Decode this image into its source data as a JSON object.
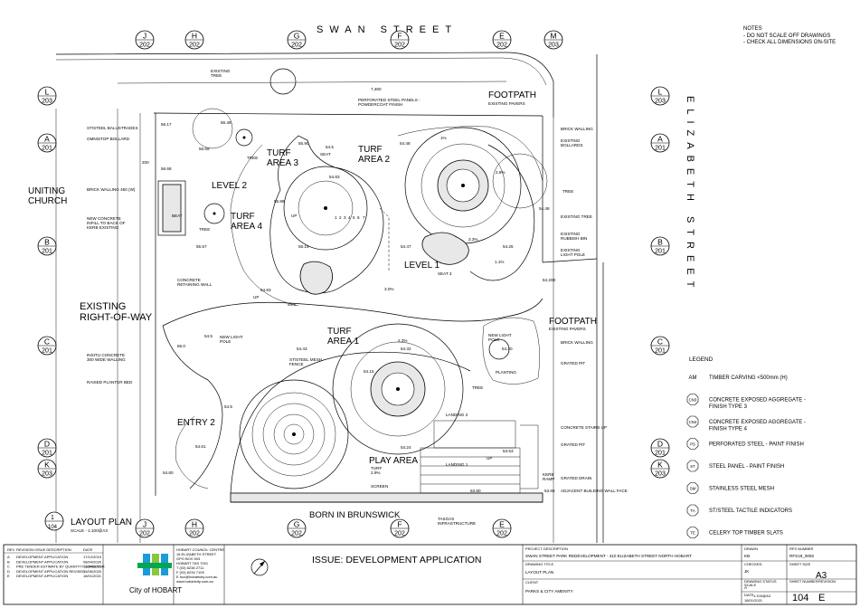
{
  "streets": {
    "top": "SWAN STREET",
    "bottom": "BORN IN BRUNSWICK",
    "right": "ELIZABETH STREET"
  },
  "notes": [
    "NOTES",
    "- DO NOT SCALE OFF DRAWINGS",
    "- CHECK ALL DIMENSIONS ON-SITE"
  ],
  "areas": {
    "turf1": "TURF\nAREA 1",
    "turf2": "TURF\nAREA 2",
    "turf3": "TURF\nAREA 3",
    "turf4": "TURF\nAREA 4",
    "level1": "LEVEL 1",
    "level2": "LEVEL 2",
    "entry2": "ENTRY 2",
    "play": "PLAY AREA",
    "uniting_church": "UNITING\nCHURCH",
    "existing_row": "EXISTING\nRIGHT-OF-WAY",
    "footpath_top": "FOOTPATH",
    "footpath_top_sub": "EXISTING PAVERS",
    "footpath_right": "FOOTPATH",
    "footpath_right_sub": "EXISTING PAVERS"
  },
  "labels": {
    "existing_tree_top": "EXISTING\nTREE",
    "perforated_panels": "PERFORATED STEEL PANELS -\nPOWDERCOAT FINISH",
    "dim_7460": "7,460",
    "brick_walling_r": "BRICK WALLING",
    "existing_bollards": "EXISTING\nBOLLARDS",
    "tree_r": "TREE",
    "existing_tree_r": "EXISTING TREE",
    "existing_bin": "EXISTING\nRUBBISH BIN",
    "existing_pole": "EXISTING\nLIGHT POLE",
    "ststeel_balustrades": "ST/STEEL BALUSTRADES",
    "omnistop": "OMNISTOP BOLLARD",
    "brick_walling_450": "BRICK WALLING 450 (W)",
    "new_concrete": "NEW CONCRETE\nINFILL TO BACK OF\nKERB EXISTING",
    "concrete_retaining": "CONCRETE\nRETAINING WALL",
    "new_light_pole_l": "NEW LIGHT\nPOLE",
    "insitu": "INSITU CONCRETE\n300 WIDE WALLING",
    "raised_planter": "RAISED PLANTER BED",
    "ststeel_mesh": "ST/STEEL MESH\nFENCE",
    "new_light_pole_r": "NEW LIGHT\nPOLE",
    "brick_walling_r2": "BRICK WALLING",
    "planting": "PLANTING",
    "grated_pit_1": "GRATED PIT",
    "concrete_stairs": "CONCRETE STAIRS UP",
    "grated_pit_2": "GRATED PIT",
    "grated_drain": "GRATED DRAIN",
    "adjacent_wall": "ADJACENT BUILDING WALL FACE",
    "landing1": "LANDING 1",
    "landing2": "LANDING 2",
    "kerb_ramp": "KERB\nRAMP",
    "screen": "SCREEN",
    "turf_pct": "TURF\n2.9%",
    "tasgas": "TASGAS\nINFRASTRUCTURE",
    "seat": "SEAT",
    "seat3": "SEAT 3",
    "beat": "BEAT",
    "tree": "TREE",
    "up": "UP"
  },
  "levels": [
    "56.17",
    "56.48",
    "56.65",
    "56.68",
    "55.88",
    "55.90",
    "54.5",
    "54.83",
    "54.48",
    "55.16",
    "55.57",
    "54.83",
    "54.5",
    "54.47",
    "54.25",
    "54.48",
    "54.20E",
    "54.43",
    "54.32",
    "54.20",
    "55.0",
    "54.5",
    "54.5",
    "54.61",
    "54.80",
    "54.24",
    "53.53",
    "53.80",
    "53.68",
    "54.15",
    "3.0%",
    "2.8%",
    "1.1%",
    "3.3%",
    "2.3%",
    "1%",
    "7",
    "6",
    "5",
    "4",
    "3",
    "2",
    "1",
    "200"
  ],
  "markers": [
    {
      "letter": "J",
      "num": "202"
    },
    {
      "letter": "H",
      "num": "202"
    },
    {
      "letter": "G",
      "num": "202"
    },
    {
      "letter": "F",
      "num": "202"
    },
    {
      "letter": "E",
      "num": "202"
    },
    {
      "letter": "M",
      "num": "203"
    },
    {
      "letter": "L",
      "num": "203"
    },
    {
      "letter": "A",
      "num": "201"
    },
    {
      "letter": "B",
      "num": "201"
    },
    {
      "letter": "C",
      "num": "201"
    },
    {
      "letter": "D",
      "num": "201"
    },
    {
      "letter": "K",
      "num": "203"
    },
    {
      "letter": "J",
      "num": "202"
    },
    {
      "letter": "H",
      "num": "202"
    },
    {
      "letter": "G",
      "num": "202"
    },
    {
      "letter": "F",
      "num": "202"
    },
    {
      "letter": "E",
      "num": "202"
    },
    {
      "letter": "L",
      "num": "203"
    },
    {
      "letter": "A",
      "num": "201"
    },
    {
      "letter": "B",
      "num": "201"
    },
    {
      "letter": "C",
      "num": "201"
    },
    {
      "letter": "D",
      "num": "201"
    },
    {
      "letter": "K",
      "num": "203"
    }
  ],
  "legend": {
    "title": "LEGEND",
    "items": [
      {
        "code": "AM",
        "text": "TIMBER CARVING <500mm (H)"
      },
      {
        "code": "CN3",
        "text": "CONCRETE EXPOSED AGGREGATE -\nFINISH TYPE 3"
      },
      {
        "code": "CN4",
        "text": "CONCRETE EXPOSED AGGREGATE -\nFINISH TYPE 4"
      },
      {
        "code": "PS",
        "text": "PERFORATED STEEL - PAINT FINISH"
      },
      {
        "code": "ST",
        "text": "STEEL PANEL - PAINT FINISH"
      },
      {
        "code": "SM",
        "text": "STAINLESS STEEL MESH"
      },
      {
        "code": "TA",
        "text": "ST/STEEL TACTILE INDICATORS"
      },
      {
        "code": "TE",
        "text": "CELERY TOP TIMBER SLATS"
      }
    ]
  },
  "plan_title": {
    "num": "1",
    "sheet": "104",
    "title": "LAYOUT PLAN",
    "scale": "SCALE - 1:100@A3"
  },
  "title_block": {
    "revisions": [
      {
        "rev": "A",
        "desc": "DEVELOPMENT APPLICATION",
        "date": "17/12/2019"
      },
      {
        "rev": "B",
        "desc": "DEVELOPMENT APPLICATION",
        "date": "08/04/2020"
      },
      {
        "rev": "C",
        "desc": "PRE TENDER ESTIMATE BY QUANTITY SURVEYOR",
        "date": "21/04/2020"
      },
      {
        "rev": "D",
        "desc": "DEVELOPMENT APPLICATION REVISED",
        "date": "15/06/2020"
      },
      {
        "rev": "E",
        "desc": "DEVELOPMENT APPLICATION",
        "date": "18/01/2021"
      }
    ],
    "col_rev": "REV",
    "col_desc": "REVISION ISSUE DESCRIPTION",
    "col_date": "DATE",
    "council_lines": [
      "HOBART COUNCIL CENTRE",
      "16 ELIZABETH STREET",
      "GPO BOX 503",
      "HOBART TAS 7001",
      "T (03) 6238 2711",
      "F (03) 6234 7109",
      "E hcc@hobartcity.com.au",
      "www.hobartcity.com.au"
    ],
    "logo_text": "City of HOBART",
    "issue": "ISSUE: DEVELOPMENT APPLICATION",
    "project_label": "PROJECT DESCRIPTION",
    "project": "SWAN STREET PARK REDEVELOPMENT - 410 ELIZABETH STREET NORTH HOBART",
    "drawing_label": "DRAWING TITLE",
    "drawing": "LAYOUT PLAN",
    "client_label": "CLIENT",
    "client": "PARKS & CITY AMENITY",
    "drawn_label": "DRAWN",
    "drawn": "KB",
    "checked_label": "CHECKED",
    "checked": "JK",
    "rfs_label": "RFS NUMBER",
    "rfs": "RFS19_0092",
    "sheet_size_label": "SHEET SIZE",
    "sheet_size": "A3",
    "date_label": "DATE",
    "date": "18/01/2021",
    "scale_label": "SCALE",
    "scale": "1:100@A3",
    "sheet_no_label": "SHEET NUMBER",
    "sheet_no": "104",
    "revision_label": "REVISION",
    "revision": "E",
    "status_label": "DRAWING STATUS",
    "status": "A"
  }
}
